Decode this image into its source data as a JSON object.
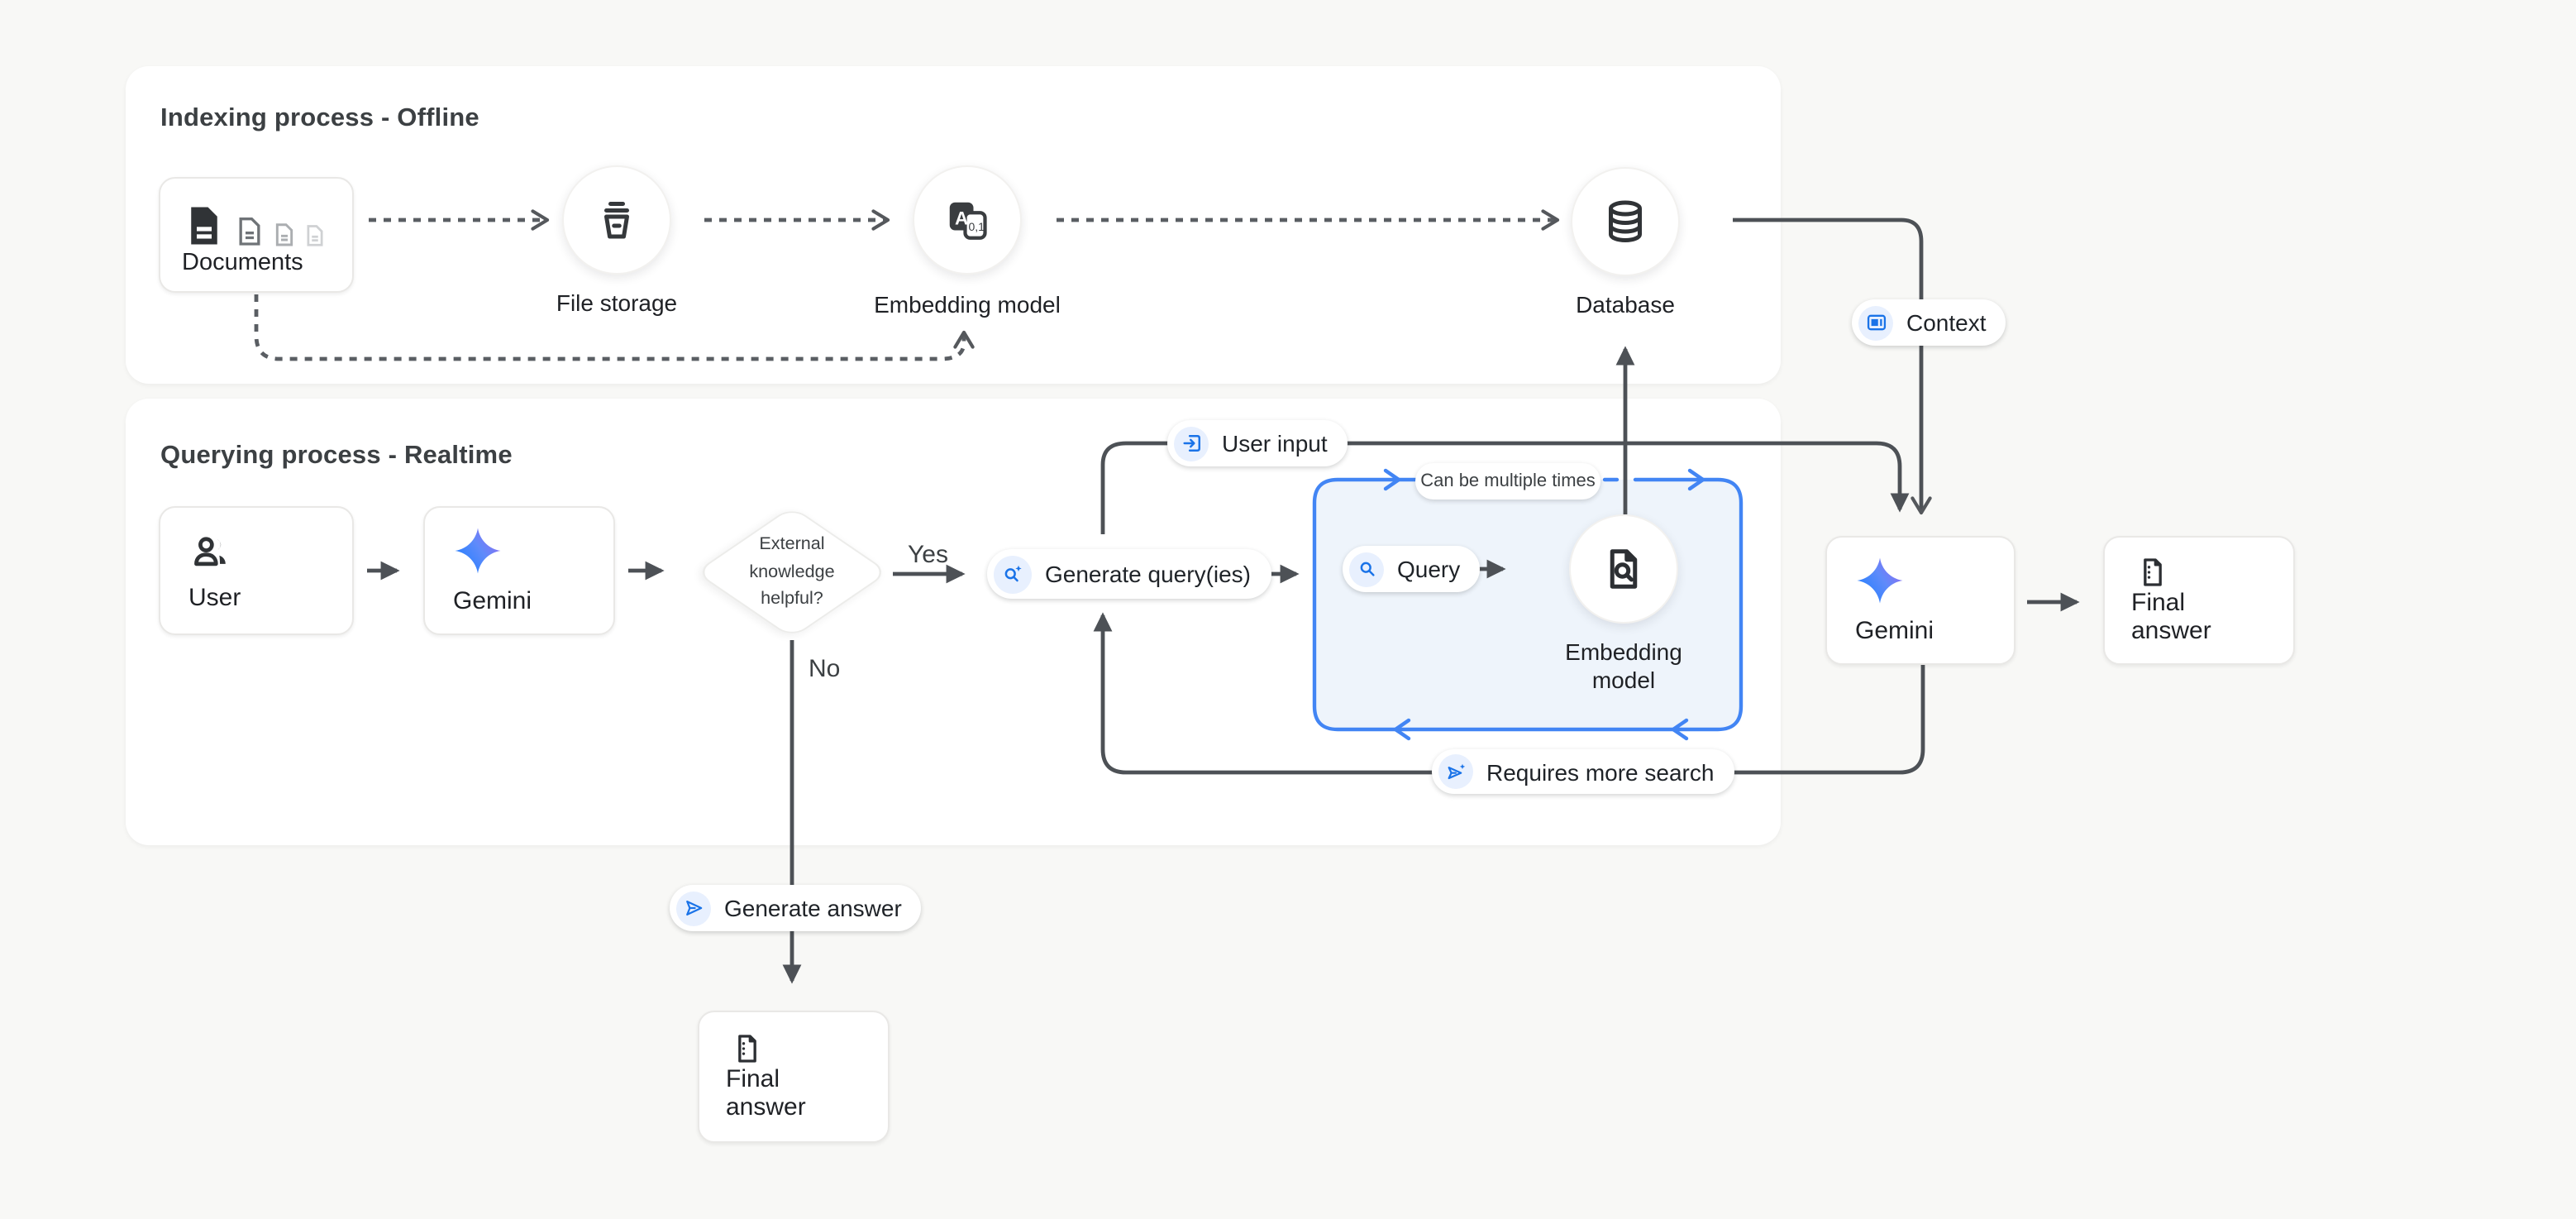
{
  "colors": {
    "background": "#f8f8f6",
    "panel": "#ffffff",
    "line_gray": "#4d5156",
    "dashed_gray": "#5a5e63",
    "accent_blue": "#1a73e8",
    "cycle_border_blue": "#4285f4",
    "icon_chip_blue": "#e8f0fe",
    "gemini_gradient": [
      "#2080ff",
      "#9469f0"
    ]
  },
  "panels": {
    "indexing": {
      "title": "Indexing process - Offline"
    },
    "querying": {
      "title": "Querying process - Realtime"
    }
  },
  "nodes": {
    "documents": {
      "label": "Documents",
      "icon": "documents-stack-icon"
    },
    "file_storage": {
      "label": "File storage",
      "icon": "storage-bucket-icon"
    },
    "embedding_model_top": {
      "label": "Embedding model",
      "icon": "translate-tokens-icon"
    },
    "database": {
      "label": "Database",
      "icon": "database-icon"
    },
    "user": {
      "label": "User",
      "icon": "group-icon"
    },
    "gemini_1": {
      "label": "Gemini",
      "icon": "gemini-star-icon"
    },
    "decision": {
      "line1": "External",
      "line2": "knowledge",
      "line3": "helpful?"
    },
    "generate_queries": {
      "label": "Generate query(ies)",
      "icon": "search-spark-icon"
    },
    "query": {
      "label": "Query",
      "icon": "search-icon"
    },
    "embedding_model_query": {
      "line1": "Embedding",
      "line2": "model",
      "icon": "document-search-icon"
    },
    "gemini_2": {
      "label": "Gemini",
      "icon": "gemini-star-icon"
    },
    "final_answer_right": {
      "label": "Final answer",
      "icon": "answer-document-icon"
    },
    "generate_answer": {
      "label": "Generate answer",
      "icon": "send-icon"
    },
    "final_answer_bottom": {
      "label": "Final answer",
      "icon": "answer-document-icon"
    }
  },
  "edges": {
    "context": {
      "label": "Context",
      "icon": "context-card-icon"
    },
    "user_input": {
      "label": "User input",
      "icon": "login-icon"
    },
    "can_be_multiple_times": {
      "label": "Can be multiple times"
    },
    "requires_more_search": {
      "label": "Requires more search",
      "icon": "send-spark-icon"
    },
    "yes": "Yes",
    "no": "No"
  }
}
